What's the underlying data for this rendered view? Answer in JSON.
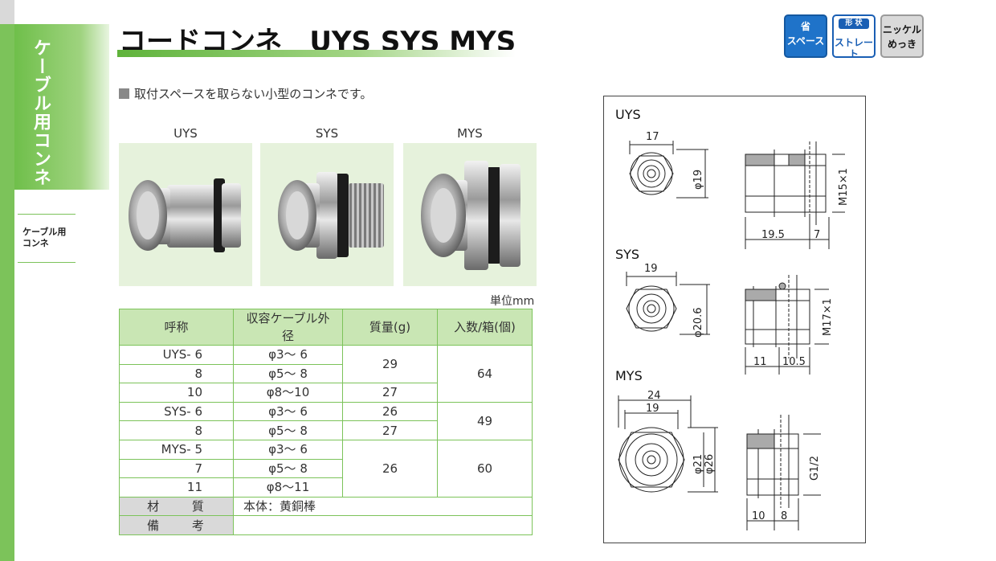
{
  "sidebar": {
    "category_label": "ケーブル用コンネ",
    "nav_item_label": "ケーブル用\nコンネ"
  },
  "header": {
    "title": "コードコンネ　UYS SYS MYS"
  },
  "badges": [
    {
      "top": "省",
      "bottom": "スペース",
      "color": "#1f73c9"
    },
    {
      "top": "形 状",
      "bottom": "ストレート",
      "color": "#1a5fb4"
    },
    {
      "top": "ニッケル",
      "bottom": "めっき",
      "color": "#d9d9d9"
    }
  ],
  "lead": {
    "text": "取付スペースを取らない小型のコンネです。"
  },
  "products": [
    {
      "label": "UYS"
    },
    {
      "label": "SYS"
    },
    {
      "label": "MYS"
    }
  ],
  "table": {
    "unit": "単位mm",
    "headers": [
      "呼称",
      "収容ケーブル外径",
      "質量(g)",
      "入数/箱(個)"
    ],
    "rows": [
      {
        "name": "UYS-  6",
        "cable": "φ3～  6"
      },
      {
        "name": "8",
        "cable": "φ5～  8"
      },
      {
        "name": "10",
        "cable": "φ8～10"
      },
      {
        "name": "SYS-  6",
        "cable": "φ3～  6"
      },
      {
        "name": "8",
        "cable": "φ5～  8"
      },
      {
        "name": "MYS-  5",
        "cable": "φ3～  6"
      },
      {
        "name": "7",
        "cable": "φ5～  8"
      },
      {
        "name": "11",
        "cable": "φ8～11"
      }
    ],
    "mass": [
      "29",
      "27",
      "26",
      "27",
      "26"
    ],
    "qty": [
      "64",
      "49",
      "60"
    ],
    "material_label": "材 質",
    "material_value": "本体：黄銅棒",
    "remarks_label": "備 考",
    "remarks_value": ""
  },
  "drawing": {
    "uys": {
      "label": "UYS",
      "width": "17",
      "dia": "φ19",
      "thread": "M15×1",
      "len1": "19.5",
      "len2": "7"
    },
    "sys": {
      "label": "SYS",
      "width": "19",
      "dia": "φ20.6",
      "thread": "M17×1",
      "len1": "11",
      "len2": "10.5"
    },
    "mys": {
      "label": "MYS",
      "width_outer": "24",
      "width_inner": "19",
      "dia1": "φ21",
      "dia2": "φ26",
      "thread": "G1/2",
      "len1": "10",
      "len2": "8"
    }
  }
}
